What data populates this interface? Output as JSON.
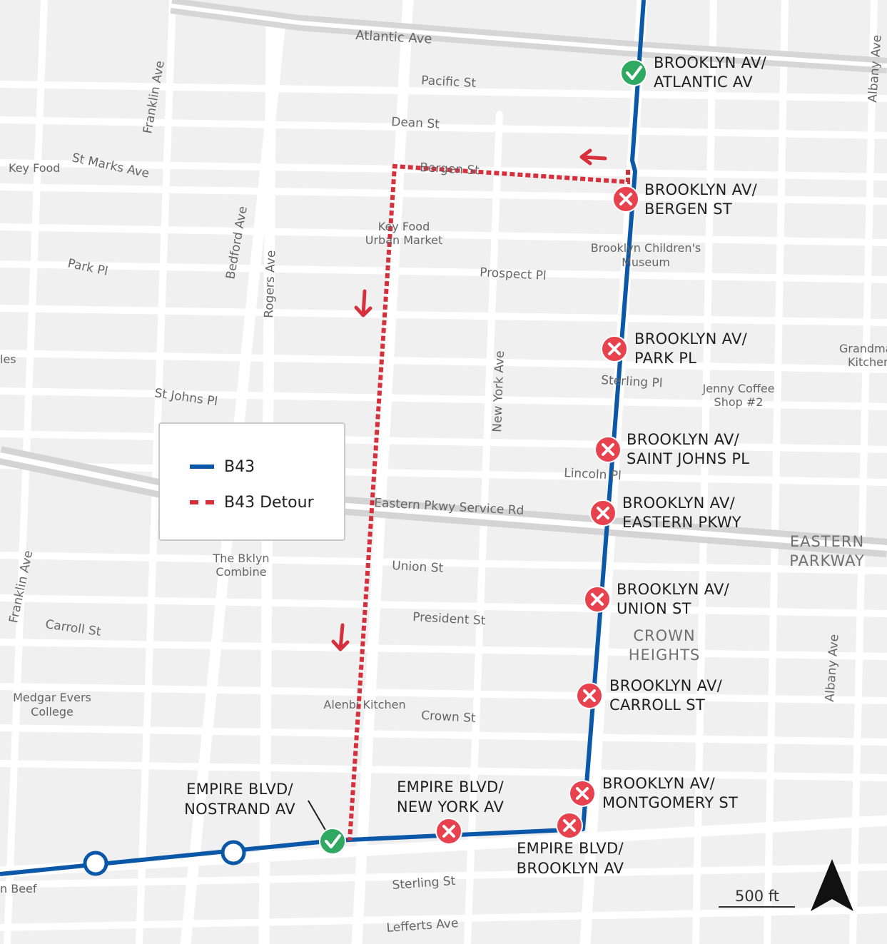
{
  "streets": {
    "atlantic": "Atlantic Ave",
    "pacific": "Pacific St",
    "dean": "Dean St",
    "bergen": "Bergen St",
    "st_marks": "St Marks Ave",
    "park_pl": "Park Pl",
    "prospect_pl": "Prospect Pl",
    "sterling_pl": "Sterling Pl",
    "st_johns_pl": "St Johns Pl",
    "lincoln_pl": "Lincoln Pl",
    "eastern_pkwy_service": "Eastern Pkwy Service Rd",
    "union": "Union St",
    "president": "President St",
    "carroll": "Carroll St",
    "crown": "Crown St",
    "sterling_st": "Sterling St",
    "lefferts": "Lefferts Ave",
    "franklin_n": "Franklin Ave",
    "franklin_s": "Franklin Ave",
    "bedford": "Bedford Ave",
    "rogers": "Rogers Ave",
    "new_york": "New York Ave",
    "albany_n": "Albany Ave",
    "albany_s": "Albany Ave"
  },
  "pois": {
    "key_food_left": "Key Food",
    "key_food_urban_1": "Key Food",
    "key_food_urban_2": "Urban Market",
    "childrens_museum_1": "Brooklyn Children's",
    "childrens_museum_2": "Museum",
    "grandma_1": "Grandma",
    "grandma_2": "Kitchen",
    "jenny_1": "Jenny Coffee",
    "jenny_2": "Shop #2",
    "les": "les",
    "bklyn_combine_1": "The Bklyn",
    "bklyn_combine_2": "Combine",
    "medgar_1": "Medgar Evers",
    "medgar_2": "College",
    "alenbi": "Alenbi Kitchen",
    "beef": "n Beef"
  },
  "districts": {
    "crown_heights_1": "CROWN",
    "crown_heights_2": "HEIGHTS",
    "eastern_parkway_1": "EASTERN",
    "eastern_parkway_2": "PARKWAY"
  },
  "stops": [
    {
      "id": "atlantic",
      "line1": "BROOKLYN AV/",
      "line2": "ATLANTIC AV",
      "status": "active"
    },
    {
      "id": "bergen",
      "line1": "BROOKLYN AV/",
      "line2": "BERGEN ST",
      "status": "closed"
    },
    {
      "id": "park",
      "line1": "BROOKLYN AV/",
      "line2": "PARK PL",
      "status": "closed"
    },
    {
      "id": "st-johns",
      "line1": "BROOKLYN AV/",
      "line2": "SAINT JOHNS PL",
      "status": "closed"
    },
    {
      "id": "eastern-pkwy",
      "line1": "BROOKLYN AV/",
      "line2": "EASTERN PKWY",
      "status": "closed"
    },
    {
      "id": "union",
      "line1": "BROOKLYN AV/",
      "line2": "UNION ST",
      "status": "closed"
    },
    {
      "id": "carroll",
      "line1": "BROOKLYN AV/",
      "line2": "CARROLL ST",
      "status": "closed"
    },
    {
      "id": "montgomery",
      "line1": "BROOKLYN AV/",
      "line2": "MONTGOMERY ST",
      "status": "closed"
    },
    {
      "id": "empire-brooklyn",
      "line1": "EMPIRE BLVD/",
      "line2": "BROOKLYN AV",
      "status": "closed"
    },
    {
      "id": "empire-new-york",
      "line1": "EMPIRE BLVD/",
      "line2": "NEW YORK AV",
      "status": "closed"
    },
    {
      "id": "empire-nostrand",
      "line1": "EMPIRE BLVD/",
      "line2": "NOSTRAND AV",
      "status": "active"
    }
  ],
  "legend": {
    "route": "B43",
    "detour": "B43 Detour"
  },
  "scale_bar": {
    "label": "500 ft"
  },
  "colors": {
    "route": "#0b57a8",
    "detour": "#d6303c",
    "closed_stop": "#e8424f",
    "active_stop": "#2fa862",
    "road": "#ffffff",
    "land": "#f0f0f0"
  },
  "icons": {
    "closed_stop": "x-circle-icon",
    "active_stop": "check-circle-icon",
    "regular_stop": "open-circle-icon",
    "direction": "arrow-icon",
    "north": "north-arrow-icon"
  }
}
